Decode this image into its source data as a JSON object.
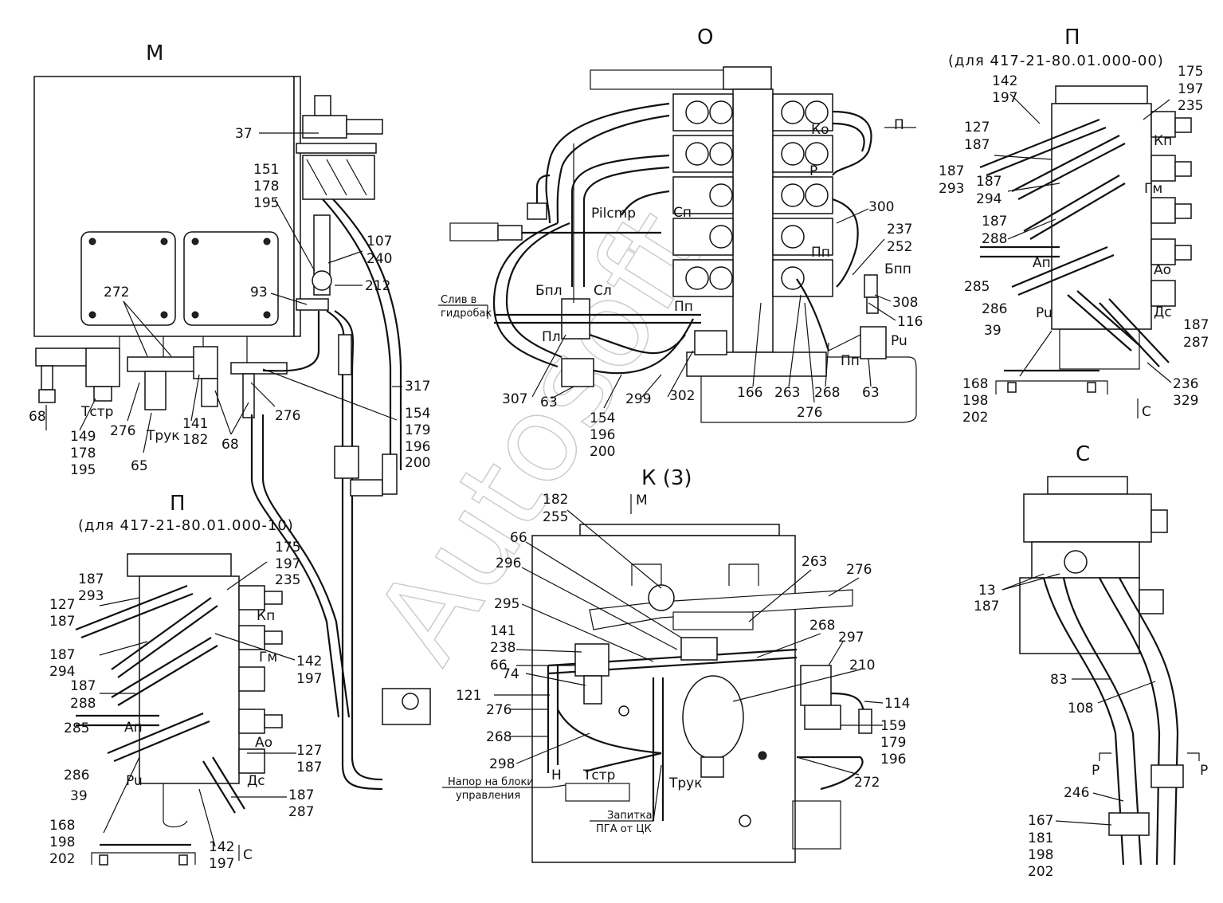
{
  "views": {
    "M": {
      "title": "М"
    },
    "O": {
      "title": "О"
    },
    "P_top": {
      "title": "П",
      "subtitle": "(для 417-21-80.01.000-00)"
    },
    "P_bottom": {
      "title": "П",
      "subtitle": "(для 417-21-80.01.000-10)"
    },
    "K": {
      "title": "К (3)"
    },
    "C": {
      "title": "С"
    }
  },
  "watermark": "Autosoft",
  "callouts_M": {
    "c37": "37",
    "c151": "151",
    "c178a": "178",
    "c195a": "195",
    "c107": "107",
    "c240": "240",
    "c212": "212",
    "c93": "93",
    "c272": "272",
    "c317": "317",
    "c154": "154",
    "c179": "179",
    "c196": "196",
    "c200": "200",
    "c276a": "276",
    "c276b": "276",
    "c68a": "68",
    "c68b": "68",
    "c149": "149",
    "c178b": "178",
    "c195b": "195",
    "c141": "141",
    "c182": "182",
    "c65": "65",
    "tstr": "Тстр",
    "truk": "Трук"
  },
  "callouts_O": {
    "c300": "300",
    "c237": "237",
    "c252": "252",
    "c308": "308",
    "c116": "116",
    "c307": "307",
    "c63a": "63",
    "c299": "299",
    "c302": "302",
    "c166": "166",
    "c263": "263",
    "c268": "268",
    "c63b": "63",
    "c276": "276",
    "c154": "154",
    "c196": "196",
    "c200": "200",
    "pilstr": "Pilcmp",
    "bpl": "Бпл",
    "bpp": "Бпп",
    "pu": "Pu",
    "pl": "Пл",
    "pp": "Пп",
    "pp2": "Пп",
    "sl": "Сл",
    "ko": "Ко",
    "p": "P",
    "sp": "Сп",
    "pn": "Пп",
    "drain1": "Слив в",
    "drain2": "гидробак",
    "arrowP": "П"
  },
  "callouts_Ptop": {
    "c142": "142",
    "c197a": "197",
    "c175": "175",
    "c197b": "197",
    "c235": "235",
    "c127": "127",
    "c187a": "187",
    "c187b": "187",
    "c293": "293",
    "c187c": "187",
    "c294": "294",
    "c187d": "187",
    "c288": "288",
    "c285": "285",
    "c286": "286",
    "c39": "39",
    "c187e": "187",
    "c287": "287",
    "c168": "168",
    "c198": "198",
    "c202": "202",
    "c236": "236",
    "c329": "329",
    "kp": "Кп",
    "gm": "Гм",
    "ap": "Ап",
    "ao": "Ао",
    "ds": "Дс",
    "pu": "Pu",
    "arrowC": "С"
  },
  "callouts_Pbot": {
    "c175": "175",
    "c197a": "197",
    "c235": "235",
    "c187a": "187",
    "c293": "293",
    "c127a": "127",
    "c187b": "187",
    "c187c": "187",
    "c294": "294",
    "c142a": "142",
    "c197b": "197",
    "c187d": "187",
    "c288": "288",
    "c285": "285",
    "c286": "286",
    "c127b": "127",
    "c187e": "187",
    "c187f": "187",
    "c287": "287",
    "c39": "39",
    "c168": "168",
    "c198": "198",
    "c202": "202",
    "c142b": "142",
    "c197c": "197",
    "kp": "Кп",
    "gm": "Гм",
    "ap": "Ап",
    "ao": "Ао",
    "ds": "Дс",
    "pu": "Pu",
    "arrowC": "С"
  },
  "callouts_K": {
    "c182": "182",
    "c255": "255",
    "c66a": "66",
    "c296": "296",
    "c295": "295",
    "c141": "141",
    "c238": "238",
    "c66b": "66",
    "c74": "74",
    "c121": "121",
    "c276a": "276",
    "c268a": "268",
    "c298": "298",
    "c263": "263",
    "c276b": "276",
    "c268b": "268",
    "c297": "297",
    "c210": "210",
    "c114": "114",
    "c159": "159",
    "c179": "179",
    "c196": "196",
    "c272": "272",
    "n": "Н",
    "tstr": "Тстр",
    "truk": "Трук",
    "arrowM": "М",
    "supply1": "Напор на блоки",
    "supply2": "управления",
    "charge1": "Запитка",
    "charge2": "ПГА от ЦК"
  },
  "callouts_C": {
    "c13": "13",
    "c187": "187",
    "c83": "83",
    "c108": "108",
    "c246": "246",
    "c167": "167",
    "c181": "181",
    "c198": "198",
    "c202": "202",
    "pL": "Р",
    "pR": "Р"
  }
}
